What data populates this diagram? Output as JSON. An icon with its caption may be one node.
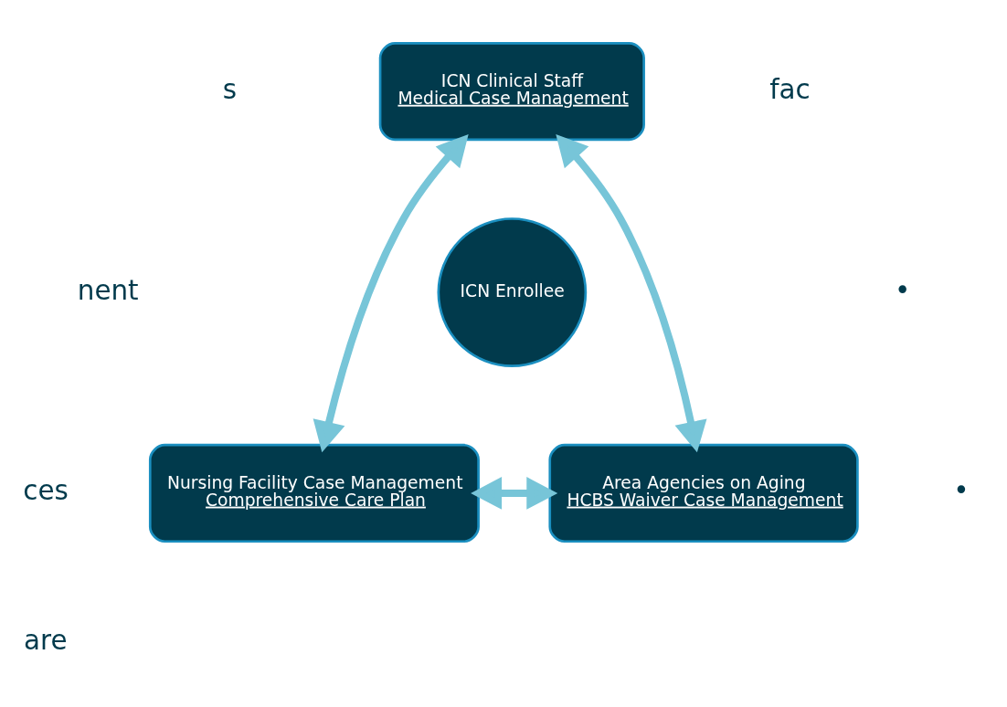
{
  "diagram": {
    "nodes": [
      {
        "text": [
          "ICN Clinical Staff",
          "Medical Case Management"
        ]
      },
      {
        "text": [
          "ICN Enrollee"
        ]
      },
      {
        "text": [
          "Area Agencies on Aging",
          "HCBS Waiver Case Management"
        ]
      },
      {
        "text": [
          "Nursing Facility Case Management",
          "Comprehensive Care Plan"
        ]
      }
    ],
    "edges": [
      {
        "from": 0,
        "to": 2,
        "arrow": "both"
      },
      {
        "from": 0,
        "to": 3,
        "arrow": "both"
      },
      {
        "from": 2,
        "to": 3,
        "arrow": "both"
      }
    ],
    "labels": [
      "s",
      "nent",
      "ces",
      "are",
      "fac",
      "•",
      "•"
    ]
  }
}
